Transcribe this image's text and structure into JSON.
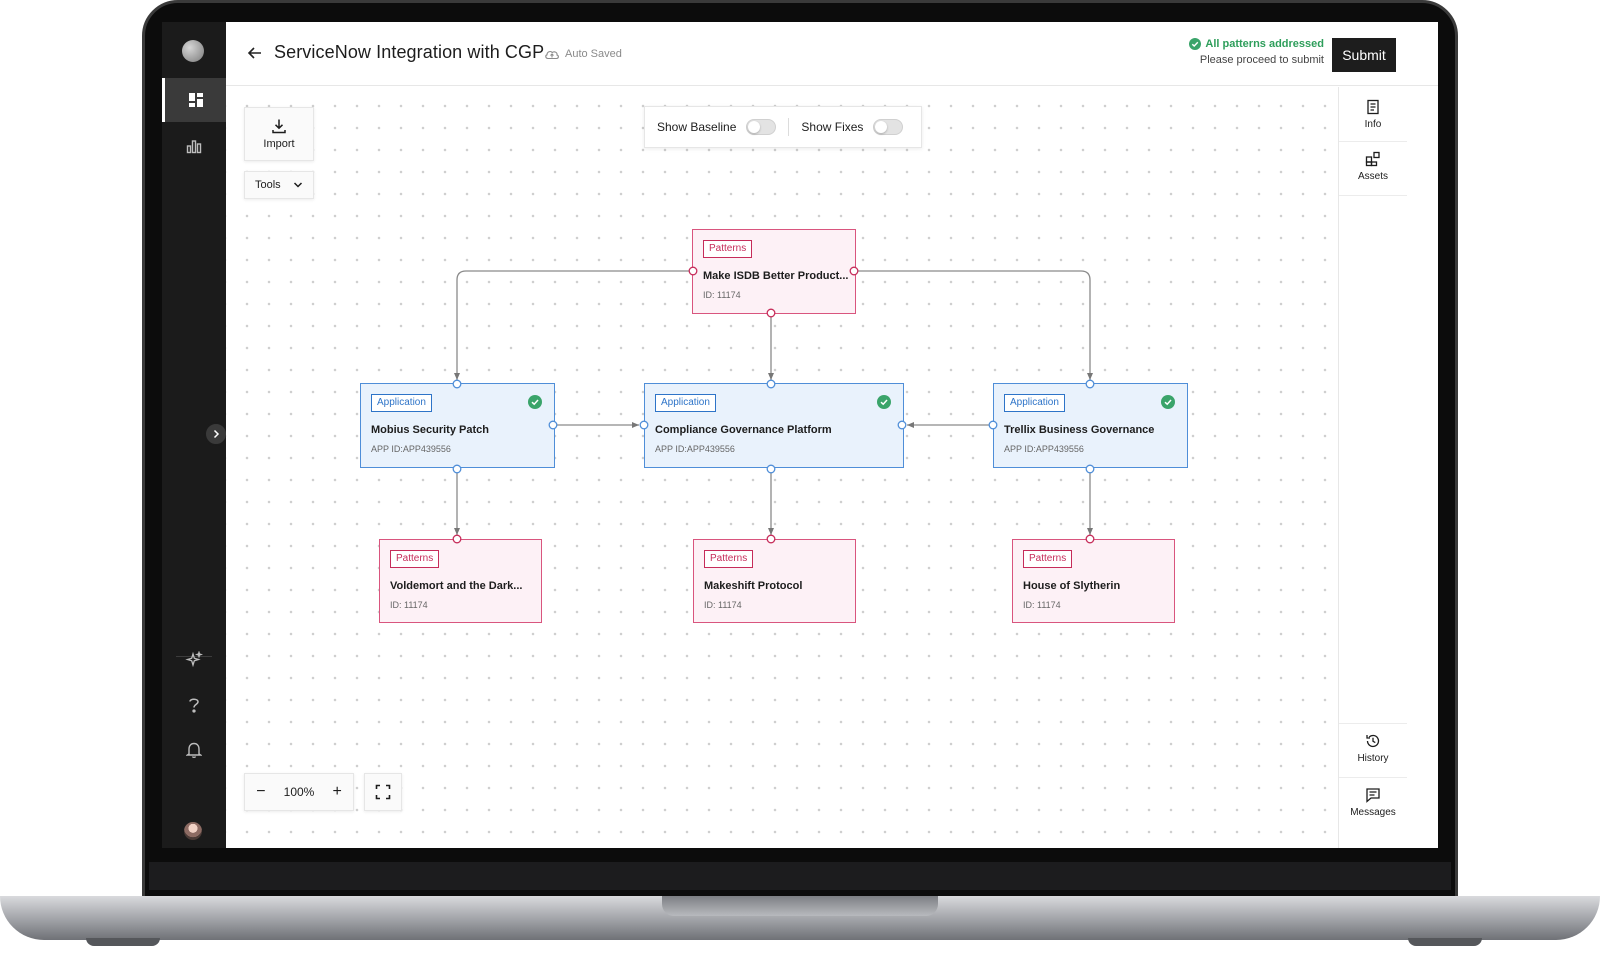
{
  "header": {
    "title": "ServiceNow Integration with CGP",
    "autosave": "Auto Saved",
    "status_title": "All patterns addressed",
    "status_sub": "Please proceed to submit",
    "submit_label": "Submit"
  },
  "toolbar": {
    "import_label": "Import",
    "tools_label": "Tools",
    "show_baseline_label": "Show Baseline",
    "show_fixes_label": "Show Fixes",
    "show_baseline_on": false,
    "show_fixes_on": false
  },
  "zoom": {
    "level": "100%"
  },
  "rightrail": {
    "info_label": "Info",
    "assets_label": "Assets",
    "history_label": "History",
    "messages_label": "Messages"
  },
  "diagram": {
    "top_pattern": {
      "tag": "Patterns",
      "title": "Make ISDB Better Product...",
      "id": "ID: 11174"
    },
    "apps": [
      {
        "tag": "Application",
        "title": "Mobius Security Patch",
        "id": "APP ID:APP439556",
        "checked": true
      },
      {
        "tag": "Application",
        "title": "Compliance Governance Platform",
        "id": "APP ID:APP439556",
        "checked": true
      },
      {
        "tag": "Application",
        "title": "Trellix Business Governance",
        "id": "APP ID:APP439556",
        "checked": true
      }
    ],
    "bottom_patterns": [
      {
        "tag": "Patterns",
        "title": "Voldemort and the Dark...",
        "id": "ID: 11174"
      },
      {
        "tag": "Patterns",
        "title": "Makeshift Protocol",
        "id": "ID: 11174"
      },
      {
        "tag": "Patterns",
        "title": "House of Slytherin",
        "id": "ID: 11174"
      }
    ]
  },
  "colors": {
    "pattern_accent": "#c62c5a",
    "application_accent": "#2e74c8",
    "success": "#3aa46a",
    "nav_bg": "#1b1b1b"
  },
  "icons": {
    "nav": [
      "dashboard-icon",
      "bar-chart-icon",
      "sparkle-icon",
      "help-icon",
      "bell-icon"
    ],
    "rail": [
      "info-doc-icon",
      "assets-grid-icon",
      "history-icon",
      "messages-icon"
    ]
  }
}
